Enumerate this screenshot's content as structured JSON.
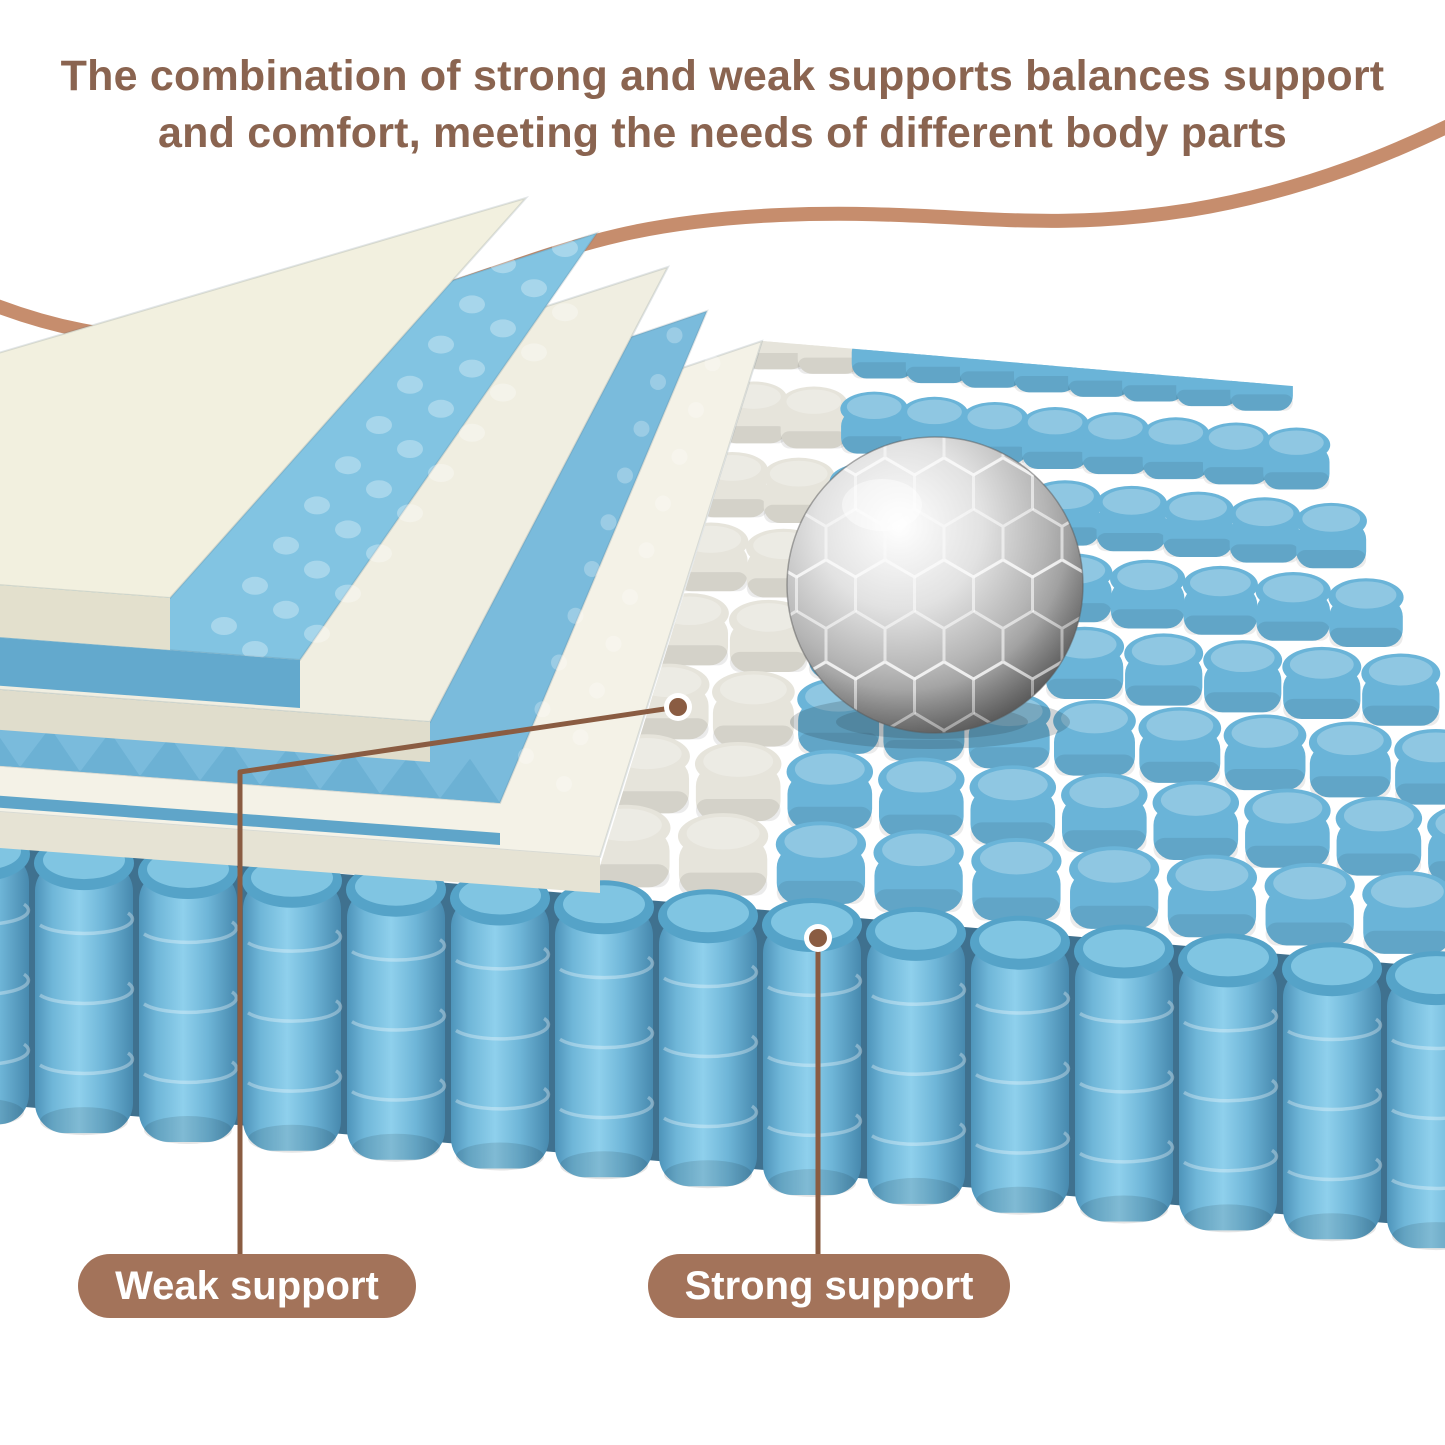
{
  "heading": {
    "line1": "The combination of strong and weak supports balances support",
    "line2": "and comfort, meeting the needs of different body parts"
  },
  "callouts": {
    "weak": {
      "label": "Weak support"
    },
    "strong": {
      "label": "Strong support"
    }
  },
  "colors": {
    "heading": "#8a6450",
    "wave": "#c68d6d",
    "pill": "#a3735a",
    "pill-text": "#ffffff",
    "line": "#8a5c42",
    "coil-blue": "#6ab4d8",
    "coil-white": "#e6e4db",
    "coil-cap": "#55a3c8",
    "coil-cap-hi": "#80c5e2",
    "coil-shadow": "#3f718f",
    "foam-cream": "#f2f0df",
    "foam-cream-face": "#e3e0cd",
    "foam-white": "#f4f2e7",
    "foam-white-face": "#e6e3d4",
    "foam-ivory": "#f0eee1",
    "foam-ivory-face": "#e0ddcc",
    "foam-blue": "#7abbdc",
    "foam-blue-face": "#5fa5c9",
    "foam-blue-dark": "#6cb1d4",
    "foam-blue2": "#82c4e2",
    "foam-blue2-face": "#63a9cd",
    "ball-silver": "#b5b5b5",
    "ball-shadow": "#2b3c44"
  }
}
